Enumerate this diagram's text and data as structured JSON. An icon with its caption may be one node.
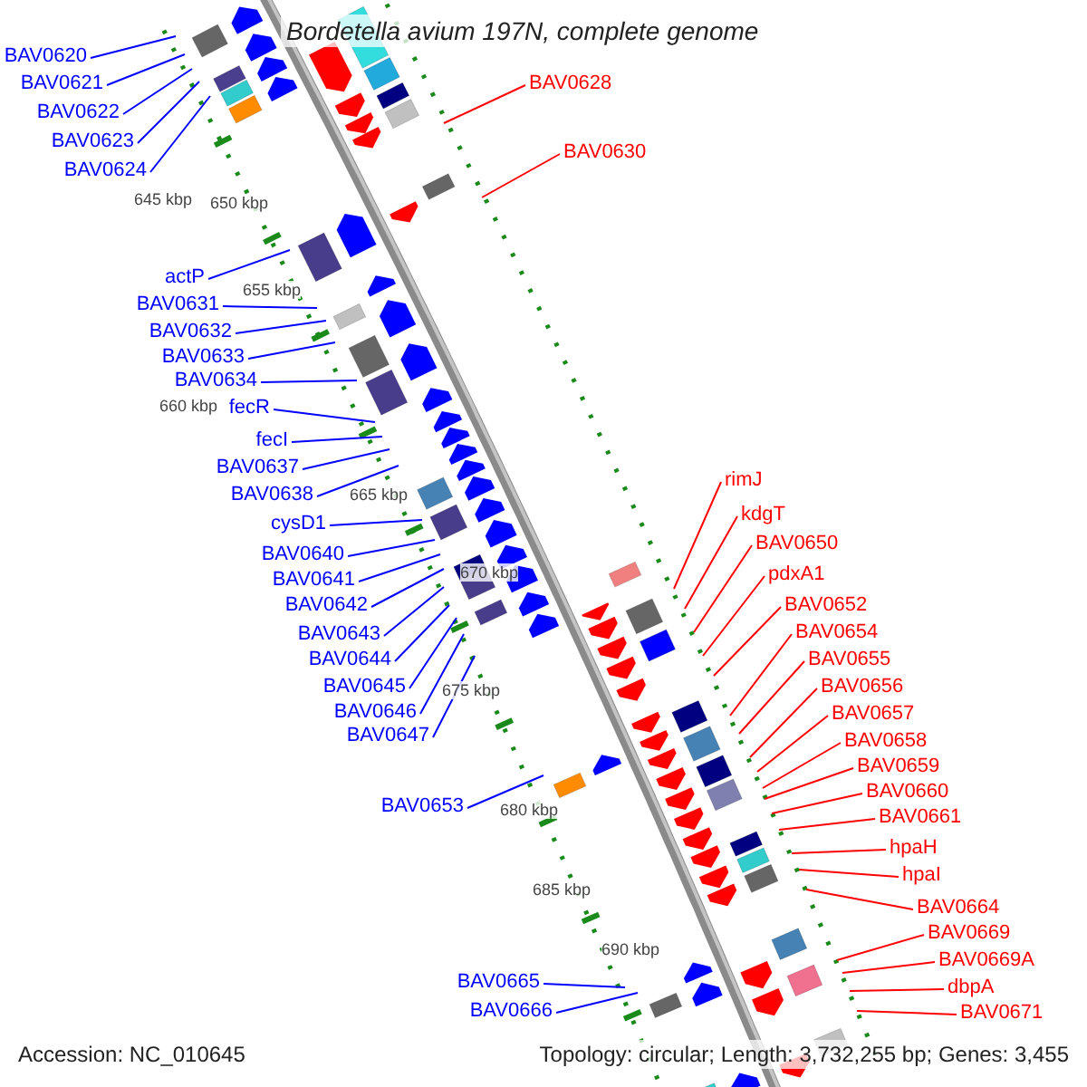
{
  "diagram": {
    "title": "Bordetella avium 197N, complete genome",
    "nodes": [
      {
        "text": [
          "BAV0620"
        ]
      },
      {
        "text": [
          "BAV0621"
        ]
      },
      {
        "text": [
          "BAV0622"
        ]
      },
      {
        "text": [
          "BAV0623"
        ]
      },
      {
        "text": [
          "BAV0624"
        ]
      },
      {
        "text": [
          "actP"
        ]
      },
      {
        "text": [
          "BAV0631"
        ]
      },
      {
        "text": [
          "BAV0632"
        ]
      },
      {
        "text": [
          "BAV0633"
        ]
      },
      {
        "text": [
          "BAV0634"
        ]
      },
      {
        "text": [
          "fecR"
        ]
      },
      {
        "text": [
          "fecI"
        ]
      },
      {
        "text": [
          "BAV0637"
        ]
      },
      {
        "text": [
          "BAV0638"
        ]
      },
      {
        "text": [
          "cysD1"
        ]
      },
      {
        "text": [
          "BAV0640"
        ]
      },
      {
        "text": [
          "BAV0641"
        ]
      },
      {
        "text": [
          "BAV0642"
        ]
      },
      {
        "text": [
          "BAV0643"
        ]
      },
      {
        "text": [
          "BAV0644"
        ]
      },
      {
        "text": [
          "BAV0645"
        ]
      },
      {
        "text": [
          "BAV0646"
        ]
      },
      {
        "text": [
          "BAV0647"
        ]
      },
      {
        "text": [
          "BAV0653"
        ]
      },
      {
        "text": [
          "BAV0665"
        ]
      },
      {
        "text": [
          "BAV0666"
        ]
      },
      {
        "text": [
          "BAV0628"
        ]
      },
      {
        "text": [
          "BAV0630"
        ]
      },
      {
        "text": [
          "rimJ"
        ]
      },
      {
        "text": [
          "kdgT"
        ]
      },
      {
        "text": [
          "BAV0650"
        ]
      },
      {
        "text": [
          "pdxA1"
        ]
      },
      {
        "text": [
          "BAV0652"
        ]
      },
      {
        "text": [
          "BAV0654"
        ]
      },
      {
        "text": [
          "BAV0655"
        ]
      },
      {
        "text": [
          "BAV0656"
        ]
      },
      {
        "text": [
          "BAV0657"
        ]
      },
      {
        "text": [
          "BAV0658"
        ]
      },
      {
        "text": [
          "BAV0659"
        ]
      },
      {
        "text": [
          "BAV0660"
        ]
      },
      {
        "text": [
          "BAV0661"
        ]
      },
      {
        "text": [
          "hpaH"
        ]
      },
      {
        "text": [
          "hpaI"
        ]
      },
      {
        "text": [
          "BAV0664"
        ]
      },
      {
        "text": [
          "BAV0669"
        ]
      },
      {
        "text": [
          "BAV0669A"
        ]
      },
      {
        "text": [
          "dbpA"
        ]
      },
      {
        "text": [
          "BAV0671"
        ]
      }
    ],
    "edges": [
      {
        "from": 0,
        "to": null,
        "arrow": "none"
      },
      {
        "from": 1,
        "to": null,
        "arrow": "none"
      },
      {
        "from": 2,
        "to": null,
        "arrow": "none"
      },
      {
        "from": 3,
        "to": null,
        "arrow": "none"
      },
      {
        "from": 4,
        "to": null,
        "arrow": "none"
      },
      {
        "from": 5,
        "to": null,
        "arrow": "none"
      },
      {
        "from": 6,
        "to": null,
        "arrow": "none"
      },
      {
        "from": 7,
        "to": null,
        "arrow": "none"
      },
      {
        "from": 8,
        "to": null,
        "arrow": "none"
      },
      {
        "from": 9,
        "to": null,
        "arrow": "none"
      },
      {
        "from": 10,
        "to": null,
        "arrow": "none"
      },
      {
        "from": 11,
        "to": null,
        "arrow": "none"
      },
      {
        "from": 12,
        "to": null,
        "arrow": "none"
      },
      {
        "from": 13,
        "to": null,
        "arrow": "none"
      },
      {
        "from": 14,
        "to": null,
        "arrow": "none"
      },
      {
        "from": 15,
        "to": null,
        "arrow": "none"
      },
      {
        "from": 16,
        "to": null,
        "arrow": "none"
      },
      {
        "from": 17,
        "to": null,
        "arrow": "none"
      },
      {
        "from": 18,
        "to": null,
        "arrow": "none"
      },
      {
        "from": 19,
        "to": null,
        "arrow": "none"
      },
      {
        "from": 20,
        "to": null,
        "arrow": "none"
      },
      {
        "from": 21,
        "to": null,
        "arrow": "none"
      },
      {
        "from": 22,
        "to": null,
        "arrow": "none"
      },
      {
        "from": 23,
        "to": null,
        "arrow": "none"
      },
      {
        "from": 24,
        "to": null,
        "arrow": "none"
      },
      {
        "from": 25,
        "to": null,
        "arrow": "none"
      },
      {
        "from": 26,
        "to": null,
        "arrow": "none",
        "color": "#ff0000"
      },
      {
        "from": 27,
        "to": null,
        "arrow": "none",
        "color": "#ff0000"
      },
      {
        "from": 28,
        "to": null,
        "arrow": "none",
        "color": "#ff0000"
      },
      {
        "from": 29,
        "to": null,
        "arrow": "none",
        "color": "#ff0000"
      },
      {
        "from": 30,
        "to": null,
        "arrow": "none",
        "color": "#ff0000"
      },
      {
        "from": 31,
        "to": null,
        "arrow": "none",
        "color": "#ff0000"
      },
      {
        "from": 32,
        "to": null,
        "arrow": "none",
        "color": "#ff0000"
      },
      {
        "from": 33,
        "to": null,
        "arrow": "none",
        "color": "#ff0000"
      },
      {
        "from": 34,
        "to": null,
        "arrow": "none",
        "color": "#ff0000"
      },
      {
        "from": 35,
        "to": null,
        "arrow": "none",
        "color": "#ff0000"
      },
      {
        "from": 36,
        "to": null,
        "arrow": "none",
        "color": "#ff0000"
      },
      {
        "from": 37,
        "to": null,
        "arrow": "none",
        "color": "#ff0000"
      },
      {
        "from": 38,
        "to": null,
        "arrow": "none",
        "color": "#ff0000"
      },
      {
        "from": 39,
        "to": null,
        "arrow": "none",
        "color": "#ff0000"
      },
      {
        "from": 40,
        "to": null,
        "arrow": "none",
        "color": "#ff0000"
      },
      {
        "from": 41,
        "to": null,
        "arrow": "none",
        "color": "#ff0000"
      },
      {
        "from": 42,
        "to": null,
        "arrow": "none",
        "color": "#ff0000"
      },
      {
        "from": 43,
        "to": null,
        "arrow": "none",
        "color": "#ff0000"
      },
      {
        "from": 44,
        "to": null,
        "arrow": "none",
        "color": "#ff0000"
      },
      {
        "from": 45,
        "to": null,
        "arrow": "none",
        "color": "#ff0000"
      },
      {
        "from": 46,
        "to": null,
        "arrow": "none",
        "color": "#ff0000"
      },
      {
        "from": 47,
        "to": null,
        "arrow": "none",
        "color": "#ff0000"
      }
    ],
    "labels": [
      "645 kbp",
      "650 kbp",
      "655 kbp",
      "660 kbp",
      "665 kbp",
      "670 kbp",
      "675 kbp",
      "680 kbp",
      "685 kbp",
      "690 kbp",
      "Accession: NC_010645",
      "Topology: circular; Length: 3,732,255 bp; Genes: 3,455"
    ]
  }
}
